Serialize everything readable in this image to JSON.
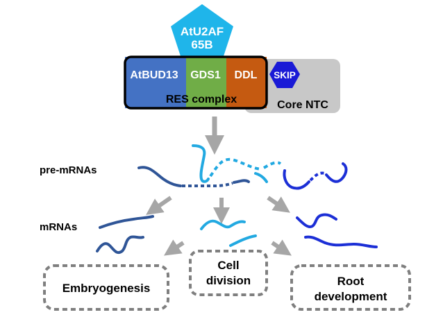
{
  "protein": {
    "line1": "AtU2AF",
    "line2": "65B"
  },
  "res_complex": {
    "label": "RES complex",
    "subunits": [
      "AtBUD13",
      "GDS1",
      "DDL"
    ]
  },
  "core_ntc": {
    "label": "Core NTC",
    "skip": "SKIP"
  },
  "rna_labels": {
    "pre_mrna": "pre-mRNAs",
    "mrna": "mRNAs"
  },
  "outcomes": {
    "embryogenesis": "Embryogenesis",
    "cell_division": [
      "Cell",
      "division"
    ],
    "root_development": [
      "Root",
      "development"
    ]
  },
  "colors": {
    "hexagon": "#1fb5ea",
    "budl3": "#4472c4",
    "gds1": "#70ad47",
    "ddl": "#c55a11",
    "skip": "#1a1ad6",
    "core_ntc": "#c8c8c8",
    "arrow": "#a6a6a6",
    "dark_blue": "#2f5597",
    "light_blue": "#22a9e1",
    "royal_blue": "#1c2fd6"
  }
}
